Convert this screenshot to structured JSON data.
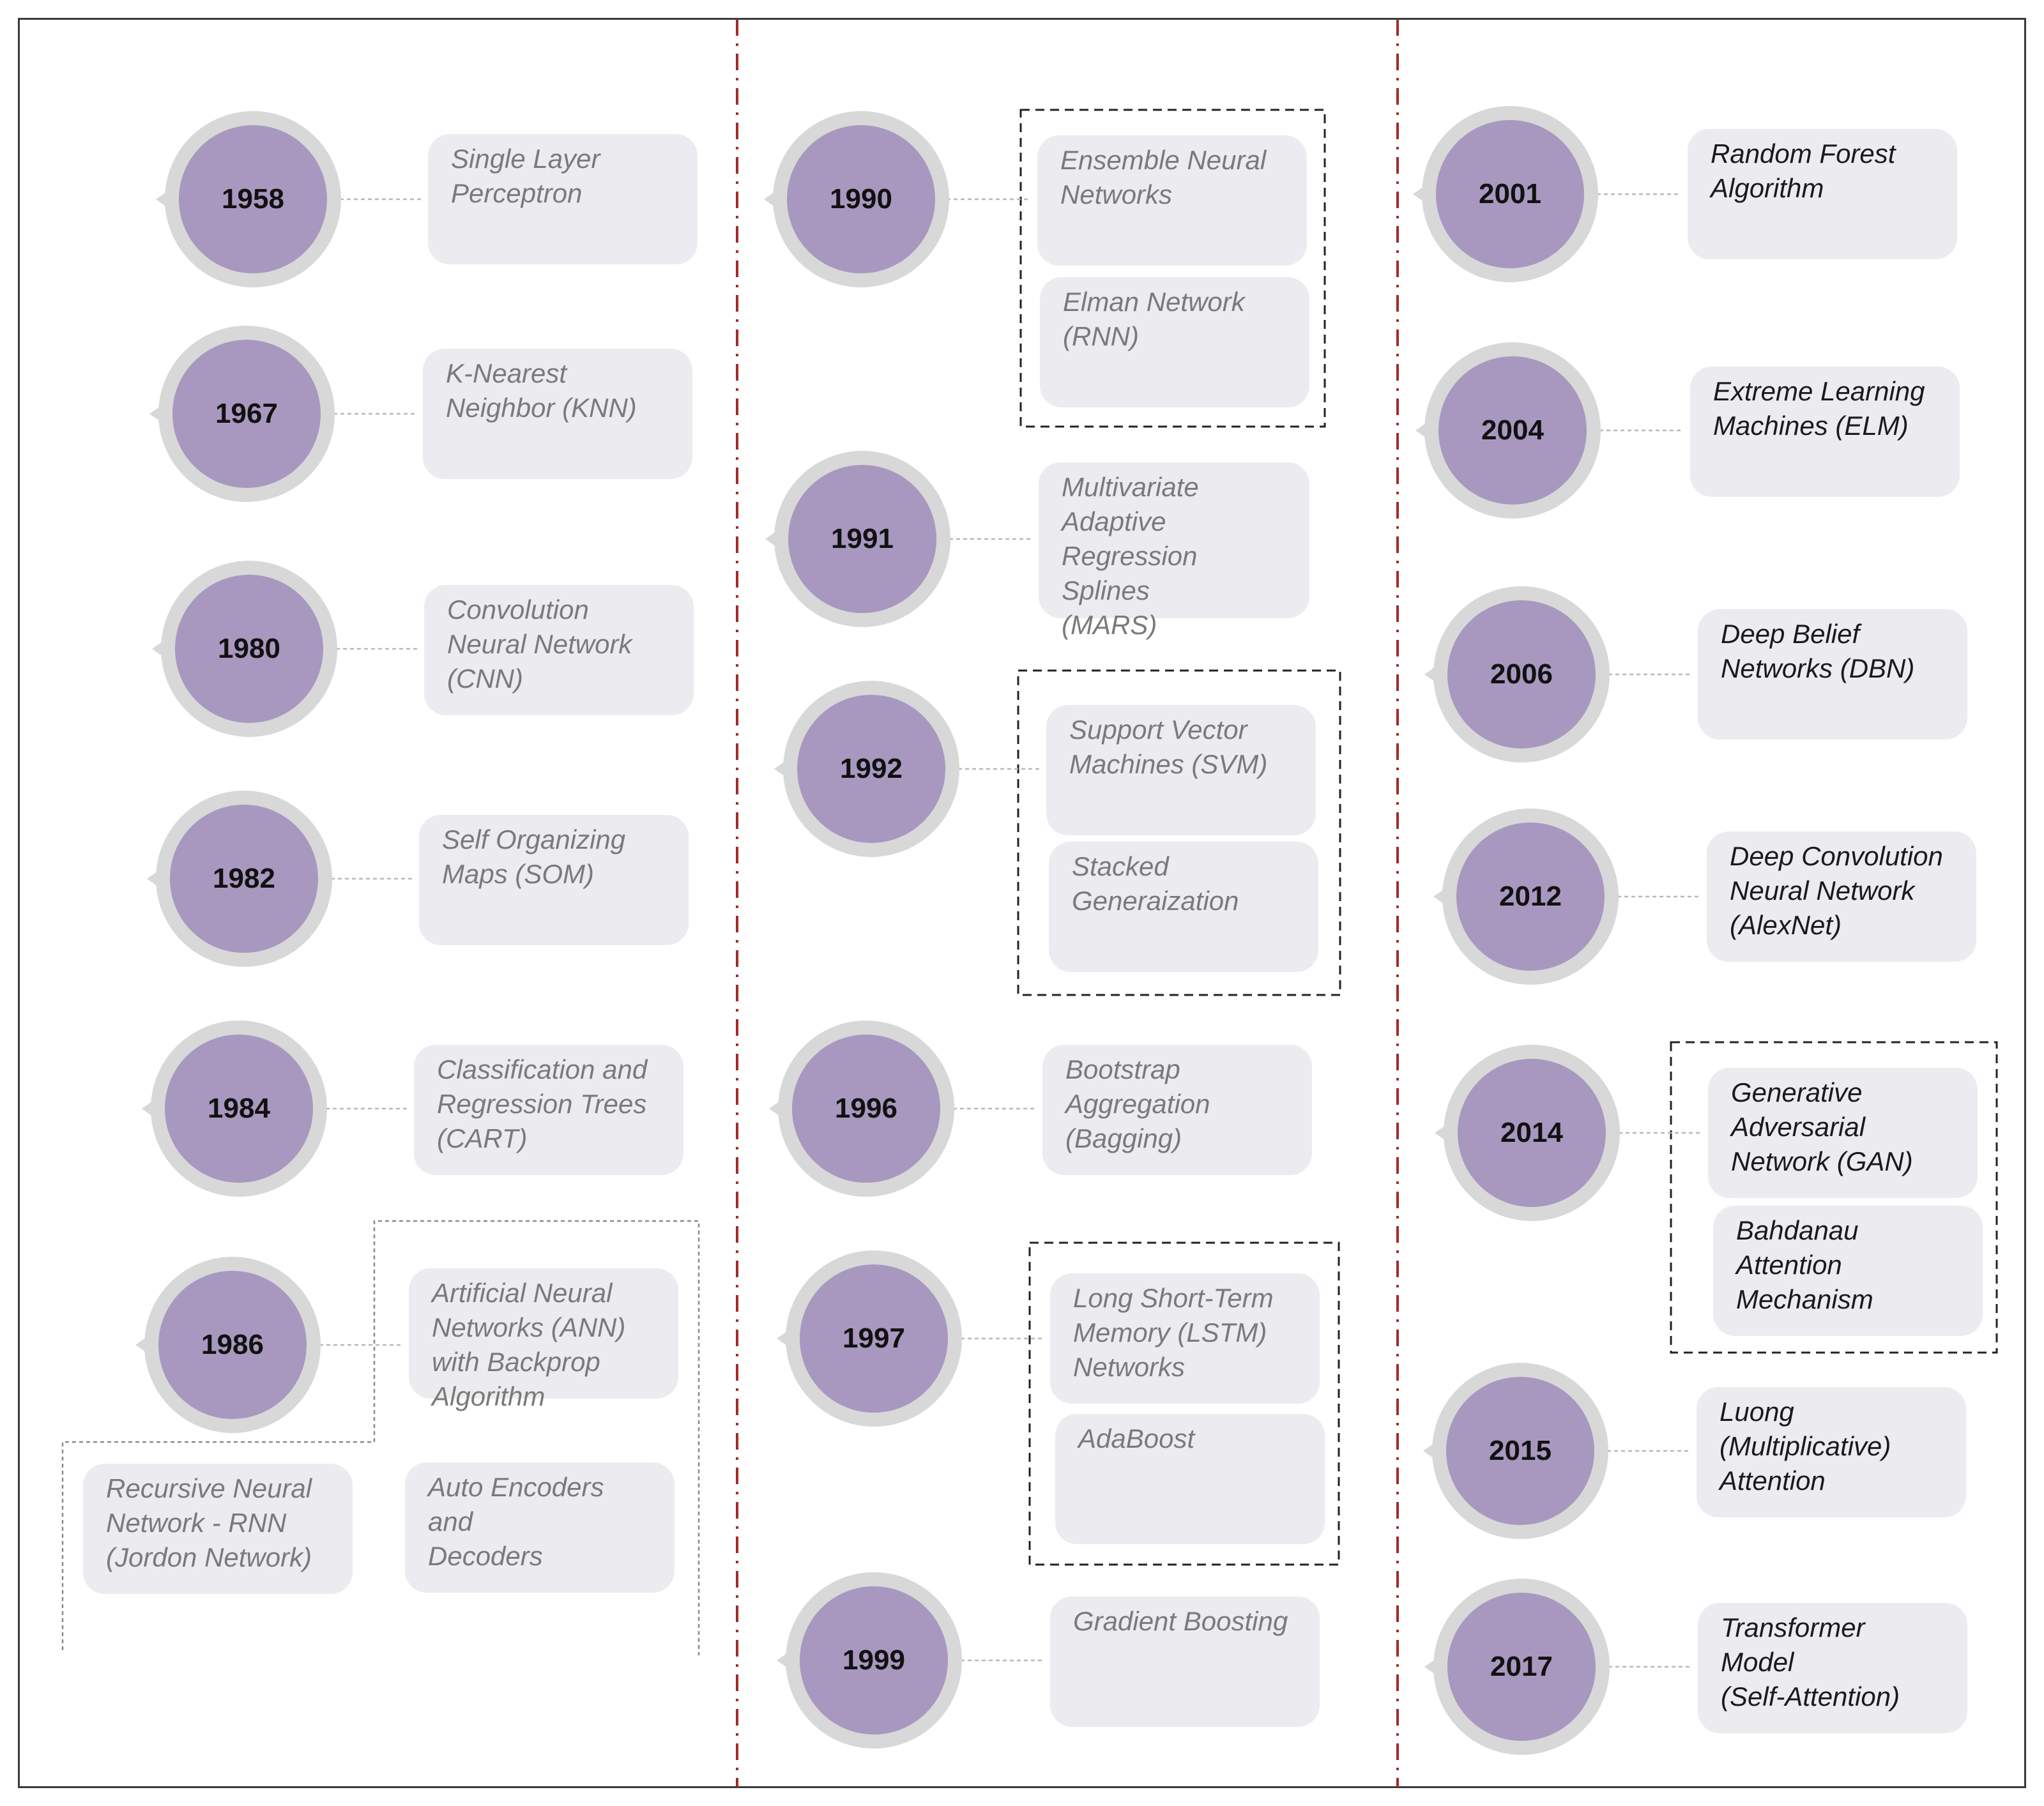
{
  "timeline": {
    "nodes": [
      {
        "year": "1958"
      },
      {
        "year": "1967"
      },
      {
        "year": "1980"
      },
      {
        "year": "1982"
      },
      {
        "year": "1984"
      },
      {
        "year": "1986"
      },
      {
        "year": "1990"
      },
      {
        "year": "1991"
      },
      {
        "year": "1992"
      },
      {
        "year": "1996"
      },
      {
        "year": "1997"
      },
      {
        "year": "1999"
      },
      {
        "year": "2001"
      },
      {
        "year": "2004"
      },
      {
        "year": "2006"
      },
      {
        "year": "2012"
      },
      {
        "year": "2014"
      },
      {
        "year": "2015"
      },
      {
        "year": "2017"
      }
    ],
    "cards": [
      {
        "text": "Single Layer\nPerceptron"
      },
      {
        "text": "K-Nearest\nNeighbor (KNN)"
      },
      {
        "text": "Convolution\nNeural Network\n(CNN)"
      },
      {
        "text": "Self Organizing\nMaps (SOM)"
      },
      {
        "text": "Classification and\nRegression Trees\n(CART)"
      },
      {
        "text": "Artificial Neural\nNetworks (ANN)\nwith Backprop\nAlgorithm"
      },
      {
        "text": "Recursive Neural\nNetwork  - RNN\n(Jordon Network)"
      },
      {
        "text": "Auto Encoders and\nDecoders"
      },
      {
        "text": "Ensemble Neural\nNetworks"
      },
      {
        "text": "Elman Network\n(RNN)"
      },
      {
        "text": "Multivariate\nAdaptive\nRegression Splines\n(MARS)"
      },
      {
        "text": "Support Vector\nMachines (SVM)"
      },
      {
        "text": "Stacked\nGeneraization"
      },
      {
        "text": "Bootstrap\nAggregation\n(Bagging)"
      },
      {
        "text": "Long Short-Term\nMemory (LSTM)\nNetworks"
      },
      {
        "text": "AdaBoost"
      },
      {
        "text": "Gradient Boosting"
      },
      {
        "text": "Random Forest\nAlgorithm"
      },
      {
        "text": "Extreme Learning\nMachines (ELM)"
      },
      {
        "text": "Deep Belief\nNetworks (DBN)"
      },
      {
        "text": "Deep Convolution\nNeural Network\n(AlexNet)"
      },
      {
        "text": "Generative\nAdversarial\nNetwork (GAN)"
      },
      {
        "text": "Bahdanau Attention\nMechanism"
      },
      {
        "text": "Luong\n(Multiplicative)\nAttention"
      },
      {
        "text": "Transformer Model\n(Self-Attention)"
      }
    ]
  },
  "colors": {
    "circle_fill": "#a898bf",
    "circle_ring": "#d8d8d8",
    "card_fill": "#ecebf0",
    "divider": "#a52a2a",
    "muted_text": "#7a7a7a",
    "dark_text": "#1a1a1a"
  }
}
